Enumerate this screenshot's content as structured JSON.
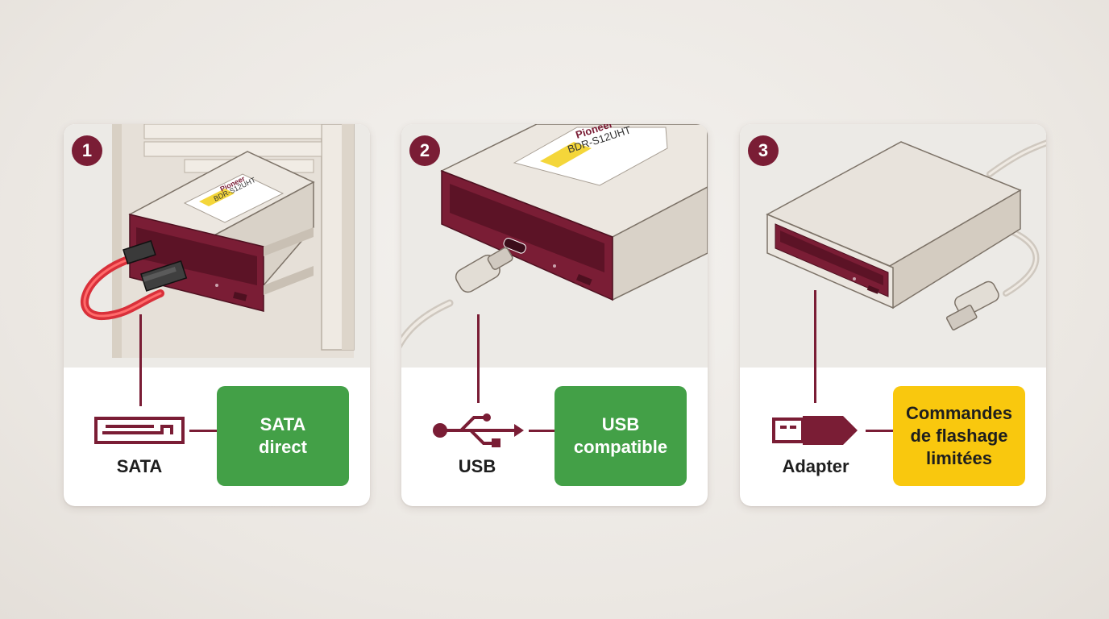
{
  "panels": [
    {
      "number": "1",
      "interface_label": "SATA",
      "status_label": "SATA\ndirect",
      "status_color": "#43a047",
      "drive_brand": "Pioneer",
      "drive_model": "BDR-S12UHT"
    },
    {
      "number": "2",
      "interface_label": "USB",
      "status_label": "USB\ncompatible",
      "status_color": "#43a047",
      "drive_brand": "Pioneer",
      "drive_model": "BDR-S12UHT"
    },
    {
      "number": "3",
      "interface_label": "Adapter",
      "status_label": "Commandes\nde flashage\nlimitées",
      "status_color": "#f9c80e"
    }
  ],
  "icons": {
    "panel1": "sata-connector-icon",
    "panel2": "usb-trident-icon",
    "panel3": "usb-plug-icon"
  },
  "colors": {
    "accent": "#7a1d35",
    "ok": "#43a047",
    "warning": "#f9c80e"
  }
}
